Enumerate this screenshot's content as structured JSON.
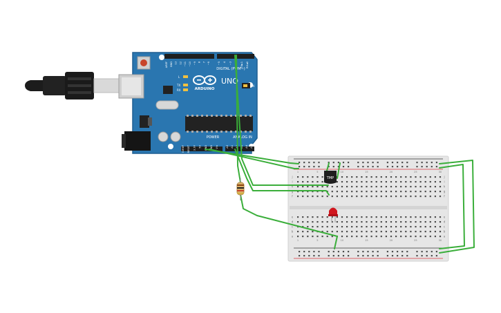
{
  "board": {
    "brand": "ARDUINO",
    "model": "UNO",
    "digital_label": "DIGITAL (PWM~)",
    "power_label": "POWER",
    "analog_label": "ANALOG IN",
    "on_label": "ON",
    "l_label": "L",
    "tx_label": "TX",
    "rx_label": "RX",
    "digital_pins": [
      "AREF",
      "GND",
      "13",
      "12",
      "~11",
      "~10",
      "~9",
      "8",
      "7",
      "~6",
      "~5",
      "4",
      "~3",
      "2",
      "TX►1",
      "RX◄0"
    ],
    "power_pins": [
      "IOREF",
      "RESET",
      "3.3V",
      "5V",
      "GND",
      "GND",
      "Vin"
    ],
    "analog_pins": [
      "A0",
      "A1",
      "A2",
      "A3",
      "A4",
      "A5"
    ]
  },
  "sensor": {
    "label": "TMP"
  },
  "breadboard": {
    "row_letters_top": [
      "j",
      "i",
      "h",
      "g",
      "f"
    ],
    "row_letters_bottom": [
      "e",
      "d",
      "c",
      "b",
      "a"
    ],
    "column_numbers": [
      "1",
      "5",
      "10",
      "15",
      "20",
      "25",
      "30"
    ]
  },
  "colors": {
    "board": "#2a76b0",
    "board_edge": "#1f5f91",
    "wire": "#3aae3a",
    "rail_red": "#d9363e",
    "rail_black": "#333333",
    "led": "#d0161e",
    "breadboard": "#e6e6e6"
  }
}
